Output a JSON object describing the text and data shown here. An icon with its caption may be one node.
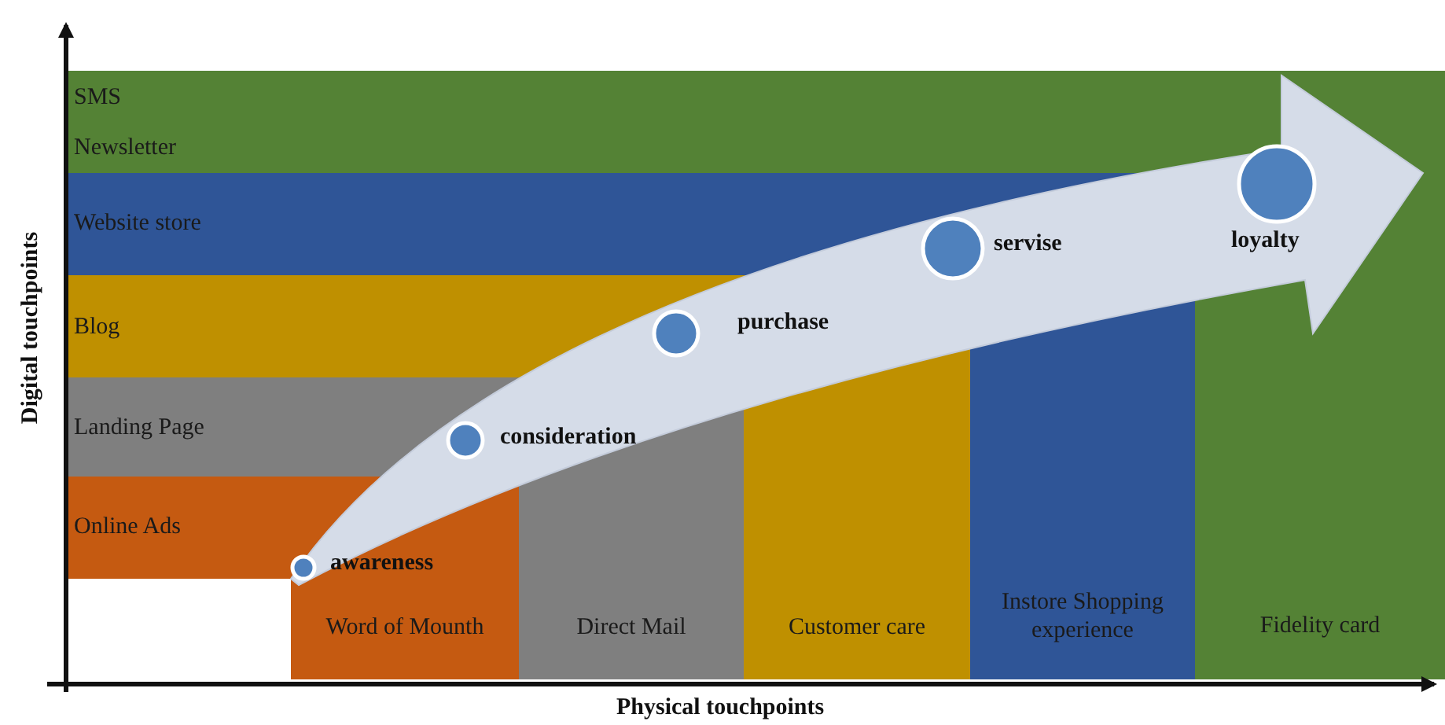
{
  "diagram": {
    "nodes": [
      {
        "text": [
          "SMS",
          "Newsletter",
          "Fidelity card"
        ]
      },
      {
        "text": [
          "Website store",
          "Instore Shopping experience"
        ]
      },
      {
        "text": [
          "Blog",
          "Customer care"
        ]
      },
      {
        "text": [
          "Landing Page",
          "Direct Mail"
        ]
      },
      {
        "text": [
          "Online Ads",
          "Word of Mounth"
        ]
      }
    ],
    "labels": [
      "Digital touchpoints",
      "loyalty",
      "servise",
      "purchase",
      "consideration",
      "awareness",
      "Physical touchpoints"
    ]
  }
}
